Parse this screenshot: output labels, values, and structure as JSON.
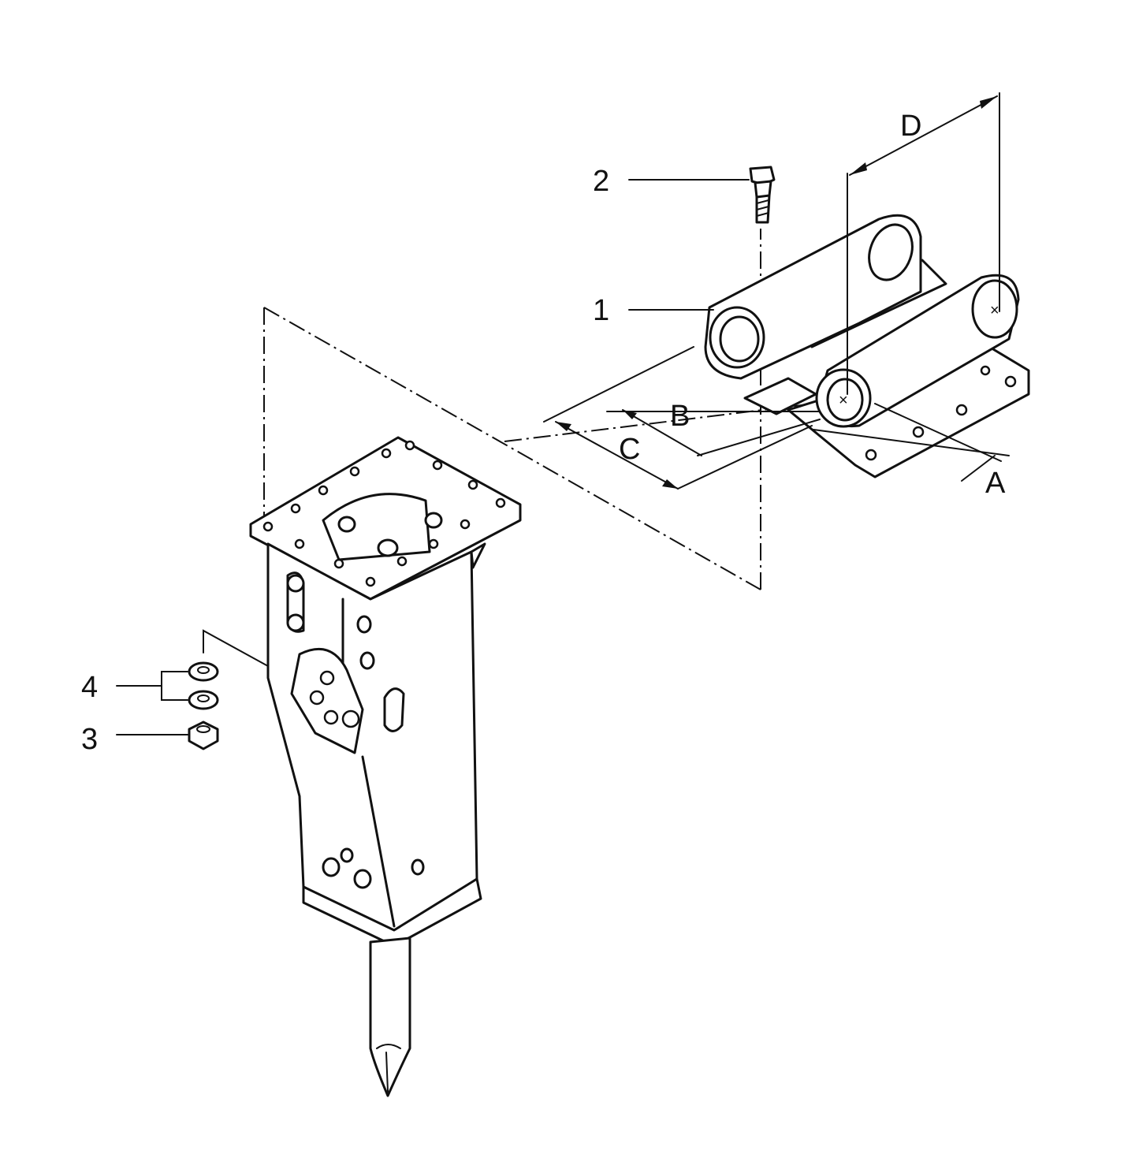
{
  "callouts": {
    "bracket": "1",
    "bolt": "2",
    "nut": "3",
    "washers": "4"
  },
  "dimensions": {
    "a": "A",
    "b": "B",
    "c": "C",
    "d": "D"
  },
  "colors": {
    "ink": "#111111",
    "paper": "#ffffff"
  }
}
